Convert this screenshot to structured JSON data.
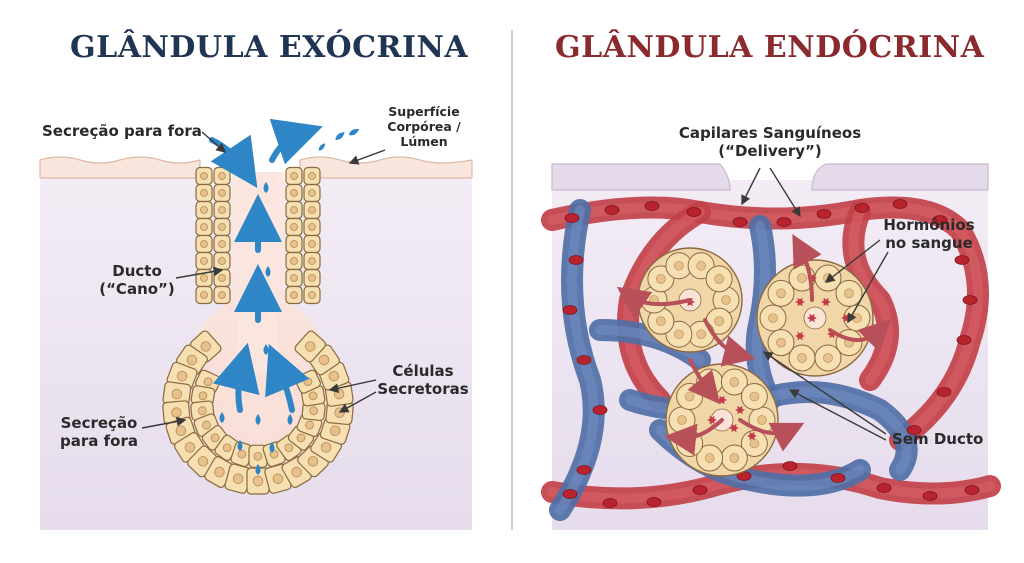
{
  "titles": {
    "left": "GLÂNDULA EXÓCRINA",
    "right": "GLÂNDULA ENDÓCRINA"
  },
  "exocrine": {
    "secretion_out_top": "Secreção para fora",
    "surface_line1": "Superfície",
    "surface_line2": "Corpórea /",
    "surface_line3": "Lúmen",
    "duct_line1": "Ducto",
    "duct_line2": "(“Cano”)",
    "secretory_line1": "Células",
    "secretory_line2": "Secretoras",
    "secretion_out_bottom_line1": "Secreção",
    "secretion_out_bottom_line2": "para fora"
  },
  "endocrine": {
    "capillaries_line1": "Capilares Sanguíneos",
    "capillaries_line2": "(“Delivery”)",
    "hormones_line1": "Hormônios",
    "hormones_line2": "no sangue",
    "no_duct": "Sem Ducto"
  },
  "colors": {
    "exocrine_title": "#1f3553",
    "endocrine_title": "#8a2a2e",
    "cell_fill": "#f6dfb0",
    "cell_stroke": "#8a6a40",
    "nucleus": "#e8c08a",
    "tissue": "#ece3f0",
    "skin": "#f8e6dc",
    "secretion_blue": "#2f86c6",
    "artery_red": "#c0343c",
    "vein_blue": "#4a6fa8",
    "hormone_red": "#c43a48"
  }
}
